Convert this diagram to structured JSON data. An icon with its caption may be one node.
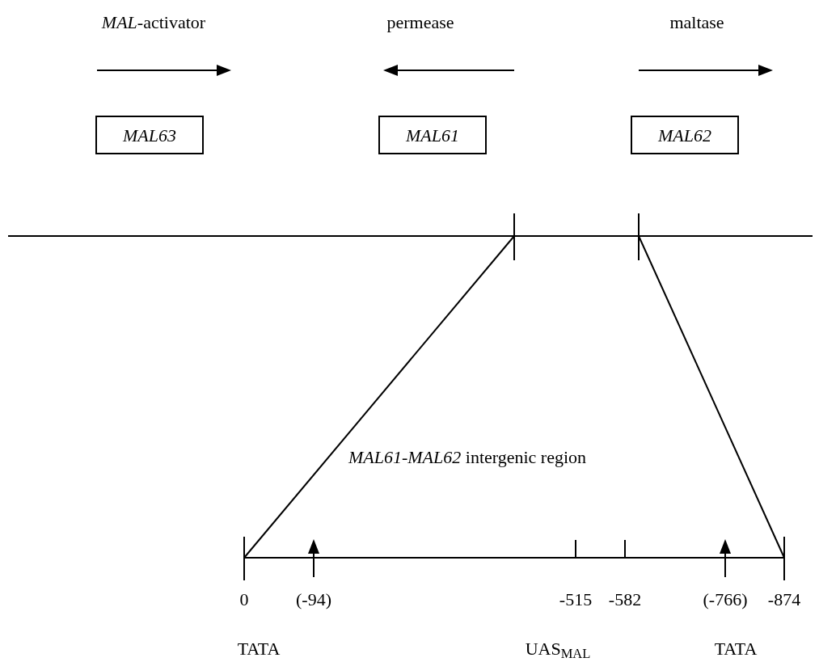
{
  "diagram": {
    "nodes": [
      {
        "text": [
          "MAL63"
        ]
      },
      {
        "text": [
          "MAL61"
        ]
      },
      {
        "text": [
          "MAL62"
        ]
      }
    ],
    "labels": [
      "*MAL*-activator",
      "permease",
      "maltase",
      "*MAL61-MAL62* intergenic region",
      "0",
      "(-94)",
      "-515",
      "-582",
      "(-766)",
      "-874",
      "TATA",
      "UAS$_{MAL}$",
      "TATA"
    ]
  }
}
